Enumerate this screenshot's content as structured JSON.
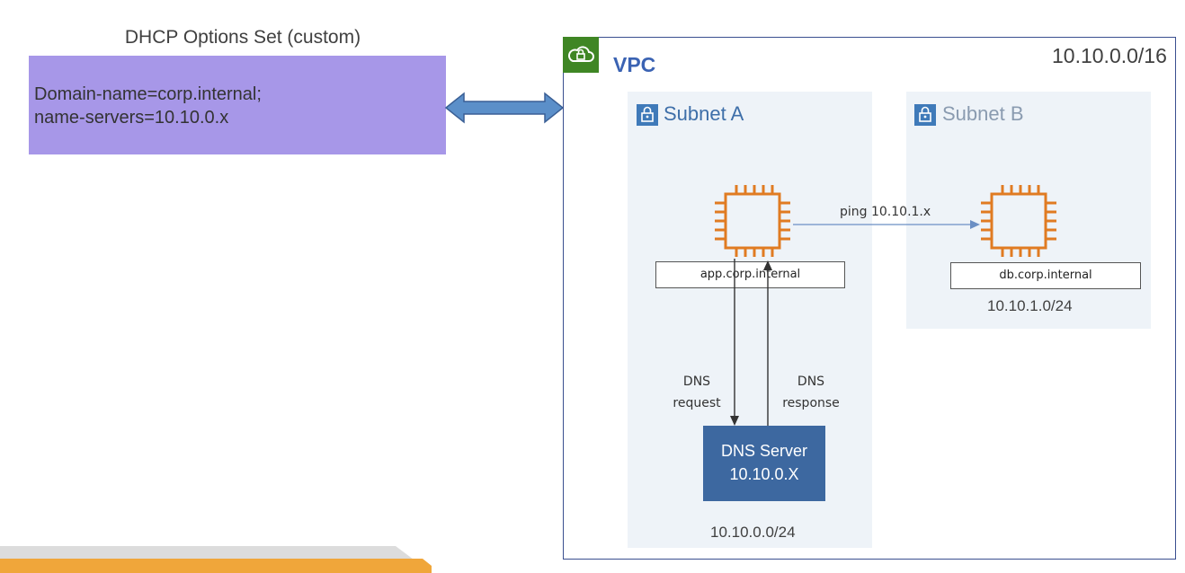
{
  "dhcp": {
    "title": "DHCP Options Set (custom)",
    "line1": "Domain-name=corp.internal;",
    "line2": "name-servers=10.10.0.x"
  },
  "vpc": {
    "label": "VPC",
    "cidr": "10.10.0.0/16"
  },
  "subnet_a": {
    "label": "Subnet A",
    "cidr": "10.10.0.0/24",
    "host_label": "app.corp.internal"
  },
  "subnet_b": {
    "label": "Subnet B",
    "cidr": "10.10.1.0/24",
    "host_label": "db.corp.internal"
  },
  "ping_label": "ping 10.10.1.x",
  "dns_request": {
    "line1": "DNS",
    "line2": "request"
  },
  "dns_response": {
    "line1": "DNS",
    "line2": "response"
  },
  "dns_server": {
    "name": "DNS Server",
    "ip": "10.10.0.X"
  },
  "colors": {
    "dhcp_box": "#a797e8",
    "vpc_border": "#3a4f8f",
    "vpc_label": "#3b63b3",
    "subnet_bg": "#eef3f8",
    "chip_orange": "#e07b22",
    "dns_server_bg": "#3d68a0",
    "connector_arrow": "#5b8fc9",
    "bottom_orange": "#f0a63a"
  },
  "icons": {
    "vpc": "cloud-lock-icon",
    "subnet": "padlock-icon",
    "instance": "ec2-chip-icon"
  }
}
